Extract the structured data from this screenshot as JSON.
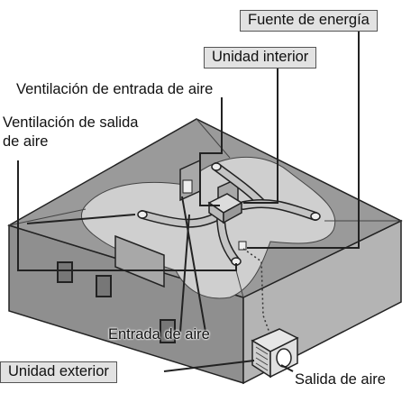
{
  "labels": {
    "power_source": "Fuente de energía",
    "indoor_unit": "Unidad interior",
    "air_inlet_vent": "Ventilación de entrada de aire",
    "air_outlet_vent_line1": "Ventilación de salida",
    "air_outlet_vent_line2": "de aire",
    "air_intake": "Entrada de aire",
    "outdoor_unit": "Unidad exterior",
    "air_exhaust": "Salida de aire"
  },
  "colors": {
    "roof": "#9a9a9a",
    "ceiling": "#c9c9c9",
    "wall_front": "#8f8f8f",
    "wall_right": "#b4b4b4",
    "duct": "#c4c4c4",
    "line": "#222222",
    "label_box": "#e2e2e2"
  }
}
